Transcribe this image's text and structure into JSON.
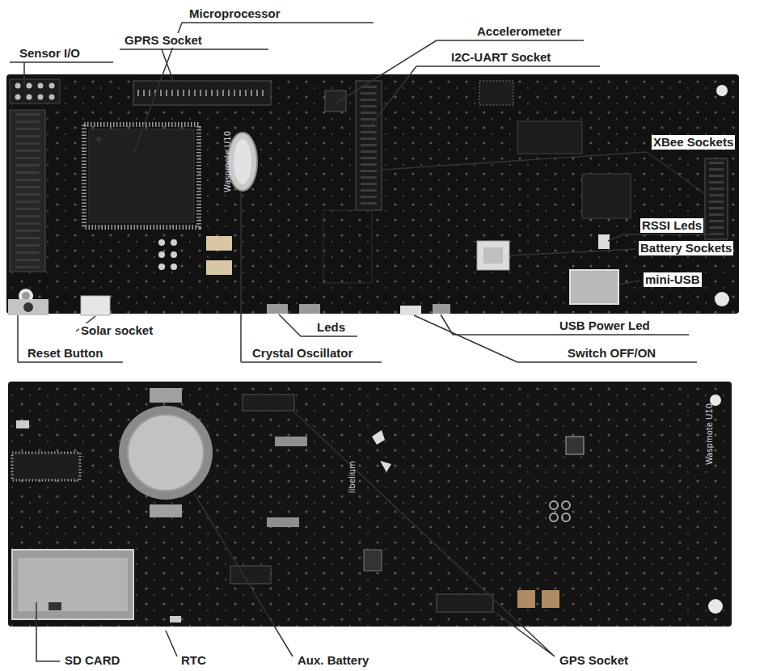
{
  "diagram": {
    "labels": [
      "Microprocessor",
      "Sensor I/O",
      "GPRS Socket",
      "Accelerometer",
      "I2C-UART Socket",
      "XBee Sockets",
      "RSSI Leds",
      "Battery Sockets",
      "mini-USB",
      "USB Power Led",
      "Switch OFF/ON",
      "Leds",
      "Solar socket",
      "Reset Button",
      "Crystal Oscillator",
      "SD CARD",
      "RTC",
      "Aux. Battery",
      "GPS Socket",
      "libelium",
      "Waspmote U10",
      "Waspmote U10"
    ]
  }
}
